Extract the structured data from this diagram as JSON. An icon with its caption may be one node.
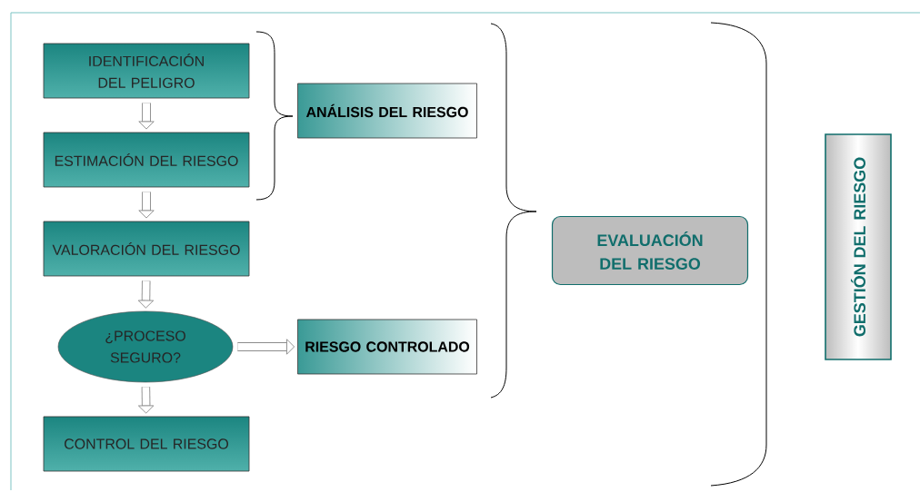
{
  "diagram": {
    "nodes": [
      {
        "text": [
          "IDENTIFICACIÓN DEL PELIGRO"
        ]
      },
      {
        "text": [
          "ESTIMACIÓN DEL RIESGO"
        ]
      },
      {
        "text": [
          "VALORACIÓN DEL RIESGO"
        ]
      },
      {
        "text": [
          "¿PROCESO SEGURO?"
        ]
      },
      {
        "text": [
          "CONTROL DEL RIESGO"
        ]
      },
      {
        "text": [
          "ANÁLISIS DEL RIESGO"
        ]
      },
      {
        "text": [
          "RIESGO CONTROLADO"
        ]
      },
      {
        "text": [
          "EVALUACIÓN DEL RIESGO"
        ]
      },
      {
        "text": [
          "GESTIÓN DEL RIESGO"
        ]
      }
    ],
    "edges": [
      {
        "from": 0,
        "to": 1,
        "arrow": "to"
      },
      {
        "from": 1,
        "to": 2,
        "arrow": "to"
      },
      {
        "from": 2,
        "to": 3,
        "arrow": "to"
      },
      {
        "from": 3,
        "to": 6,
        "arrow": "to"
      },
      {
        "from": 3,
        "to": 4,
        "arrow": "to"
      }
    ]
  }
}
